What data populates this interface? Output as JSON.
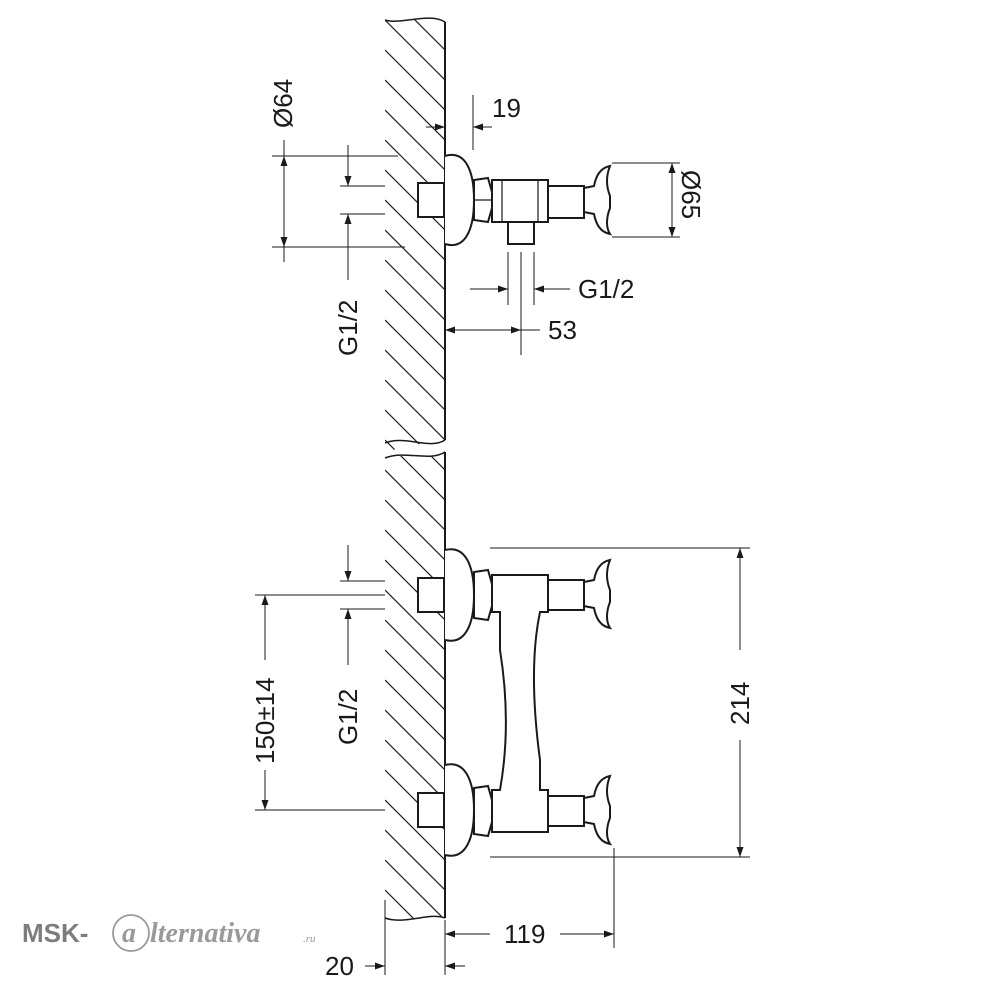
{
  "dimensions": {
    "phi64": "Ø64",
    "d19": "19",
    "phi65": "Ø65",
    "g12_side_top": "G1/2",
    "g12_bottom_top": "G1/2",
    "d53": "53",
    "g12_side_bottom": "G1/2",
    "d150": "150±14",
    "d214": "214",
    "d119": "119",
    "d20": "20"
  },
  "watermark": {
    "prefix": "MSK-",
    "script_letter": "a",
    "suffix": "lternativa",
    "domain": ".ru"
  },
  "colors": {
    "line": "#1a1a1a",
    "watermark": "#7d7d7d"
  }
}
